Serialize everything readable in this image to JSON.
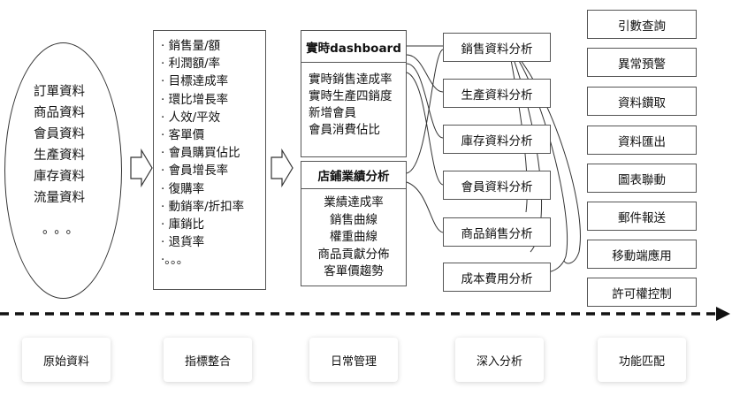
{
  "raw_data": {
    "items": [
      "訂單資料",
      "商品資料",
      "會員資料",
      "生產資料",
      "庫存資料",
      "流量資料"
    ],
    "ellipsis": "。。。"
  },
  "metrics": {
    "items": [
      "· 銷售量/額",
      "· 利潤額/率",
      "· 目標達成率",
      "· 環比增長率",
      "· 人效/平效",
      "· 客單價",
      "· 會員購買佔比",
      "· 會員增長率",
      "· 復購率",
      "· 動銷率/折扣率",
      "· 庫銷比",
      "· 退貨率",
      "·。。。"
    ]
  },
  "daily": {
    "dashboard_title": "實時dashboard",
    "dashboard_items": [
      "實時銷售達成率",
      "實時生產四銷度",
      "新增會員",
      "會員消費佔比"
    ],
    "store_title": "店鋪業績分析",
    "store_items": [
      "業績達成率",
      "銷售曲線",
      "權重曲線",
      "商品貢獻分佈",
      "客單價趨勢"
    ]
  },
  "deep_analysis": [
    "銷售資料分析",
    "生產資料分析",
    "庫存資料分析",
    "會員資料分析",
    "商品銷售分析",
    "成本費用分析"
  ],
  "functions": [
    "引數查詢",
    "異常預警",
    "資料鑽取",
    "資料匯出",
    "圖表聯動",
    "郵件報送",
    "移動端應用",
    "許可權控制"
  ],
  "stages": [
    "原始資料",
    "指標整合",
    "日常管理",
    "深入分析",
    "功能匹配"
  ]
}
